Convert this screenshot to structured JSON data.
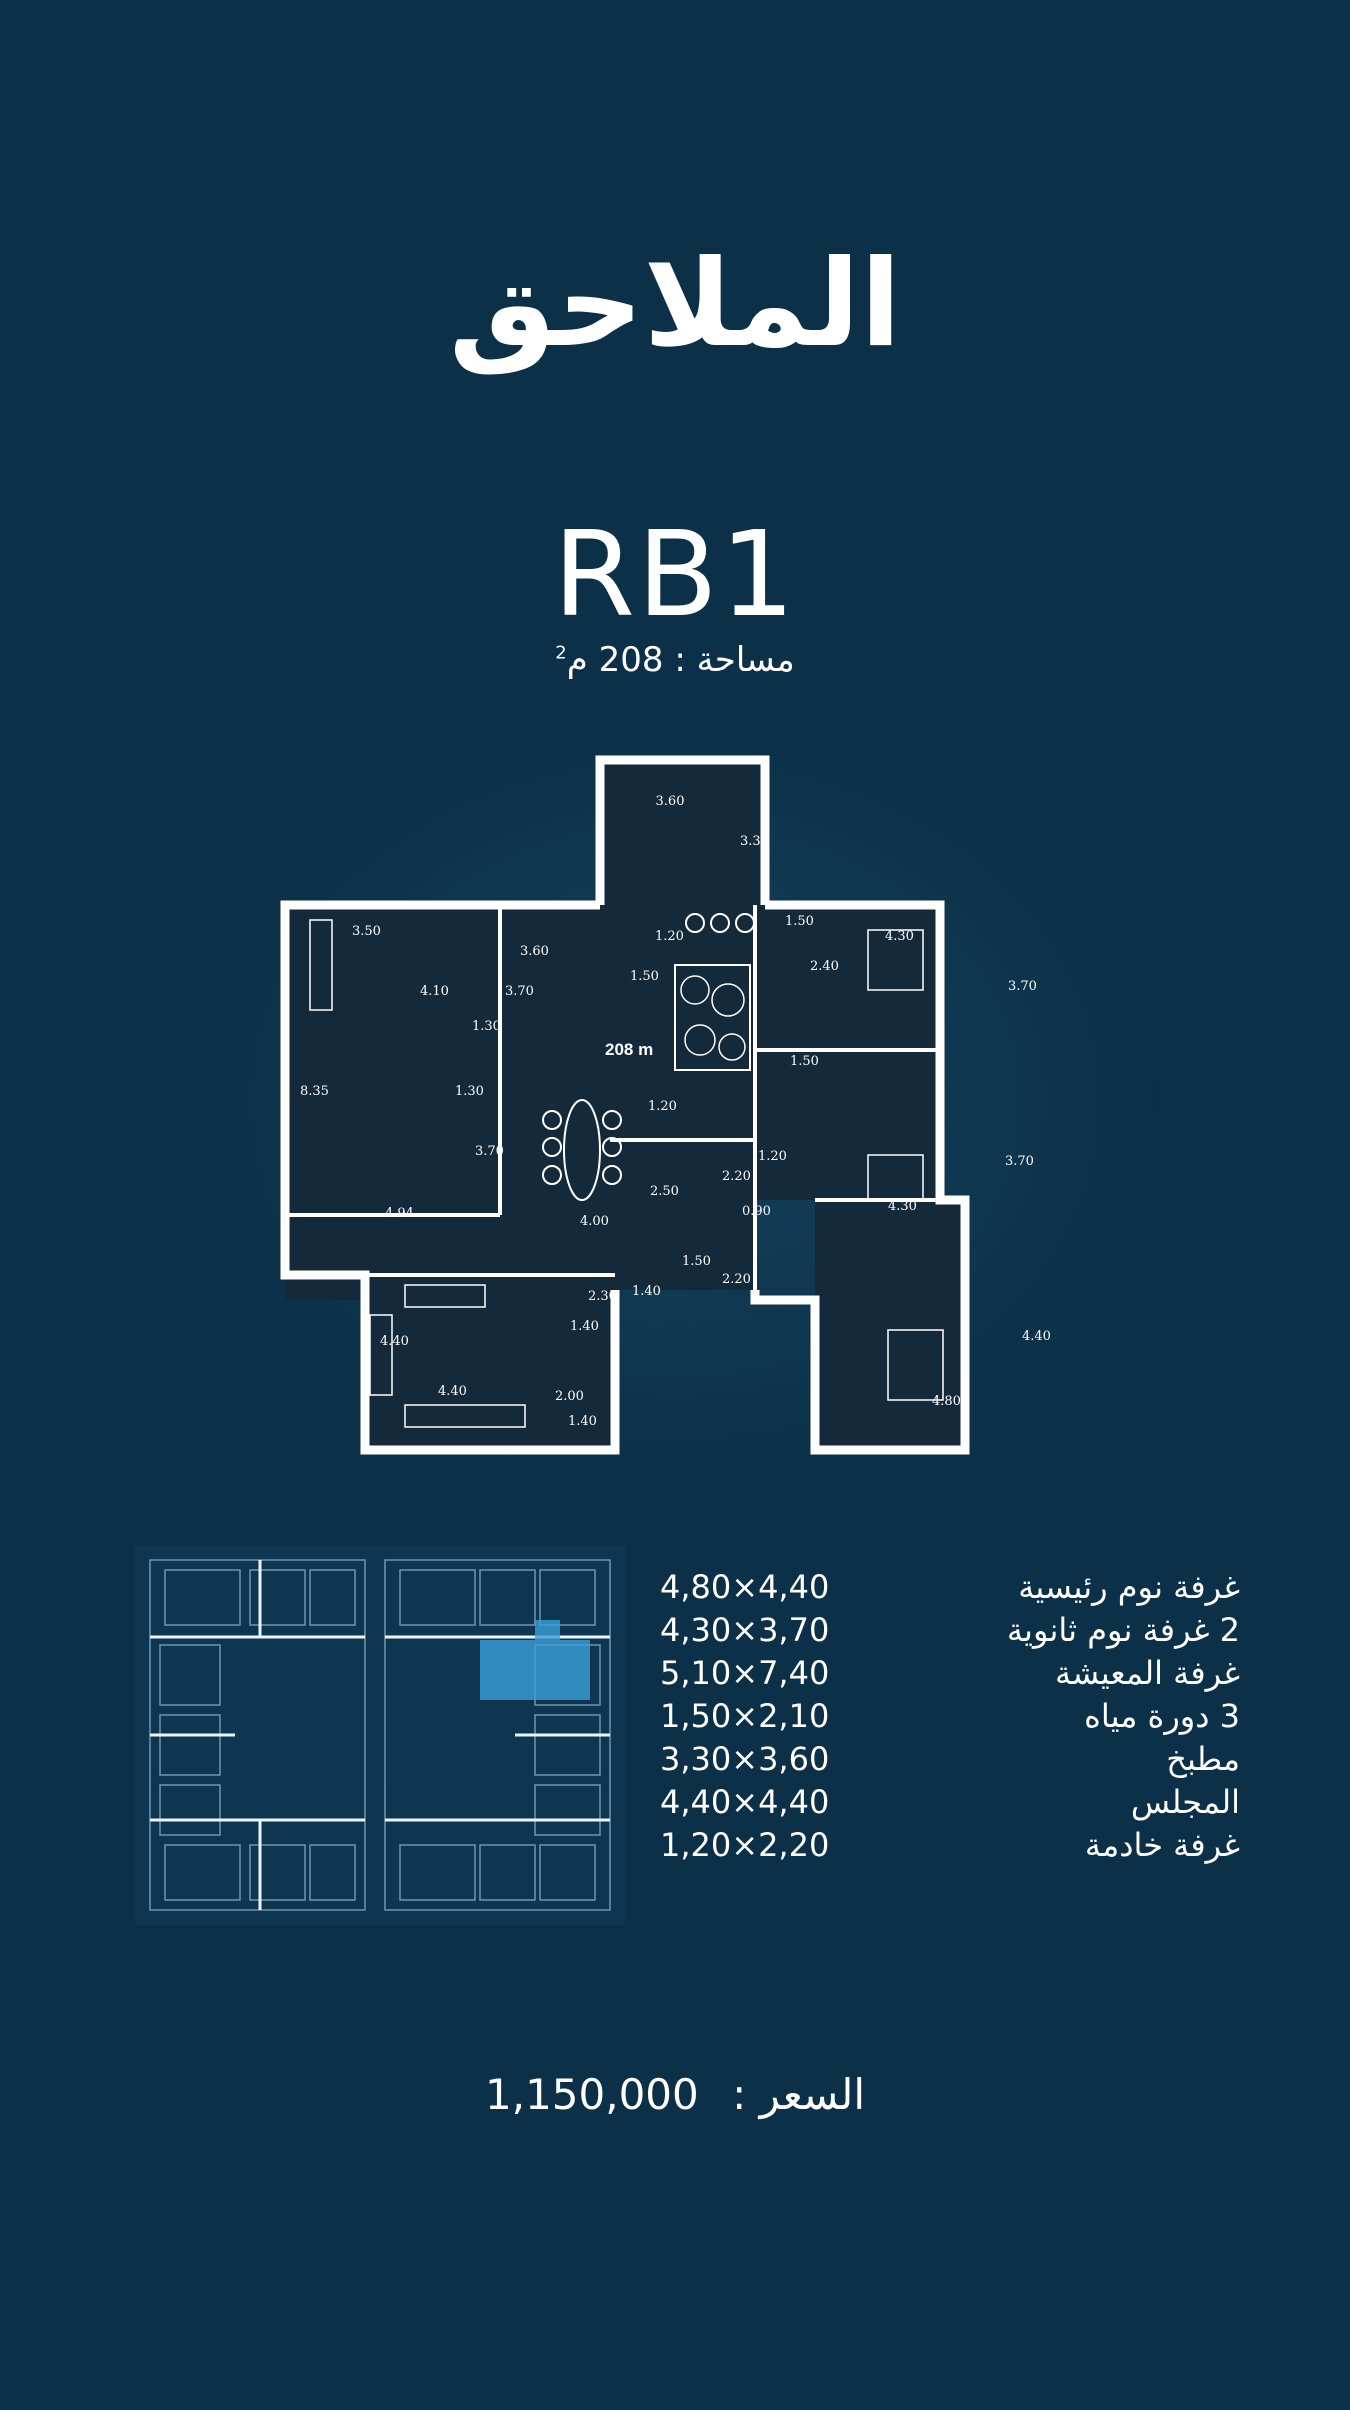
{
  "header": {
    "title": "الملاحق",
    "unit_code": "RB1",
    "area_label": "مساحة :",
    "area_value": "208",
    "area_unit": "م",
    "area_unit_sup": "2"
  },
  "floorplan": {
    "center_label": "208 m",
    "dimensions": [
      "3.60",
      "3.30",
      "1.50",
      "1.20",
      "3.50",
      "3.60",
      "4.30",
      "2.40",
      "4.10",
      "3.70",
      "1.50",
      "3.70",
      "1.30",
      "1.50",
      "8.35",
      "1.30",
      "1.20",
      "3.70",
      "3.70",
      "2.20",
      "1.20",
      "4.30",
      "4.94",
      "2.50",
      "0.90",
      "4.00",
      "1.50",
      "2.20",
      "2.30",
      "1.40",
      "1.40",
      "4.40",
      "4.40",
      "2.00",
      "1.40",
      "4.80",
      "4.40"
    ]
  },
  "specs": [
    {
      "name": "غرفة نوم رئيسية",
      "dims": "4,80×4,40"
    },
    {
      "name": "2 غرفة نوم ثانوية",
      "dims": "4,30×3,70"
    },
    {
      "name": "غرفة المعيشة",
      "dims": "5,10×7,40"
    },
    {
      "name": "3 دورة مياه",
      "dims": "1,50×2,10"
    },
    {
      "name": "مطبخ",
      "dims": "3,30×3,60"
    },
    {
      "name": "المجلس",
      "dims": "4,40×4,40"
    },
    {
      "name": "غرفة خادمة",
      "dims": "1,20×2,20"
    }
  ],
  "price": {
    "label": "السعر :",
    "value": "1,150,000"
  },
  "colors": {
    "background": "#0b3047",
    "highlight": "#3aa0d8"
  }
}
